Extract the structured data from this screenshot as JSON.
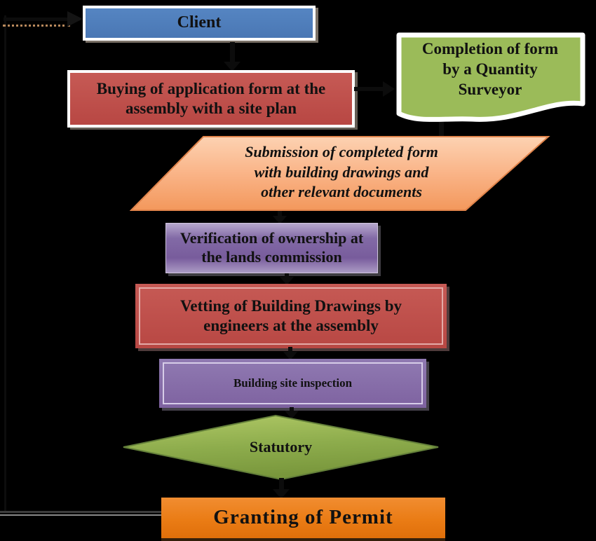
{
  "diagram": {
    "title": "Building permit process flowchart",
    "background_color": "#000000",
    "nodes": {
      "client": {
        "label": "Client",
        "shape": "rectangle",
        "fill": "#4E7DBB"
      },
      "buying": {
        "lines": [
          "Buying of application form at the",
          "assembly with a site plan"
        ],
        "shape": "rectangle",
        "fill": "#BE4B48"
      },
      "completion": {
        "lines": [
          "Completion of form",
          "by a Quantity",
          "Surveyor"
        ],
        "shape": "document",
        "fill": "#9BBB59"
      },
      "submission": {
        "lines": [
          "Submission of completed form",
          "with building drawings and",
          "other relevant documents"
        ],
        "shape": "parallelogram",
        "fill": "#F9B183"
      },
      "verification": {
        "lines": [
          "Verification of ownership at",
          "the lands commission"
        ],
        "shape": "rectangle",
        "fill": "#8064A2"
      },
      "vetting": {
        "lines": [
          "Vetting of Building Drawings by",
          "engineers at the assembly"
        ],
        "shape": "rectangle",
        "fill": "#BE4B48"
      },
      "inspection": {
        "label": "Building site inspection",
        "shape": "rectangle",
        "fill": "#8468AA"
      },
      "statutory": {
        "label": "Statutory",
        "shape": "diamond",
        "fill": "#8DAC4C"
      },
      "granting": {
        "label": "Granting of Permit",
        "shape": "rectangle",
        "fill": "#E97B17"
      }
    },
    "connections": [
      {
        "from": "client",
        "to": "buying"
      },
      {
        "from": "buying",
        "to": "completion"
      },
      {
        "from": "completion",
        "to": "submission"
      },
      {
        "from": "submission",
        "to": "verification"
      },
      {
        "from": "verification",
        "to": "vetting"
      },
      {
        "from": "vetting",
        "to": "inspection"
      },
      {
        "from": "inspection",
        "to": "statutory"
      },
      {
        "from": "statutory",
        "to": "granting"
      },
      {
        "from": "granting",
        "to": "client",
        "style": "feedback-loop-left-side"
      }
    ]
  }
}
